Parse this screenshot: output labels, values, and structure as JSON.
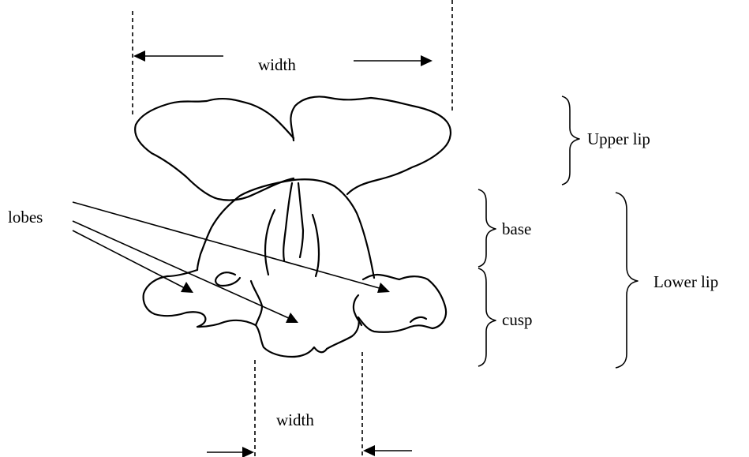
{
  "labels": {
    "width_top": "width",
    "width_bottom": "width",
    "upper_lip": "Upper lip",
    "base": "base",
    "cusp": "cusp",
    "lower_lip": "Lower lip",
    "lobes": "lobes"
  },
  "colors": {
    "ink": "#000000",
    "background": "#ffffff"
  }
}
